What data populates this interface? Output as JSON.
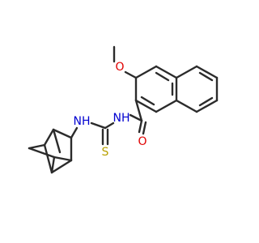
{
  "molecule": {
    "atoms": {
      "methoxy_O": "O",
      "amide_NH": "NH",
      "amide_O": "O",
      "thioamide_NH": "NH",
      "thione_S": "S"
    },
    "colors": {
      "bond": "#2b2b2b",
      "oxygen": "#e00000",
      "nitrogen": "#0000d0",
      "sulfur": "#b8a000"
    }
  }
}
